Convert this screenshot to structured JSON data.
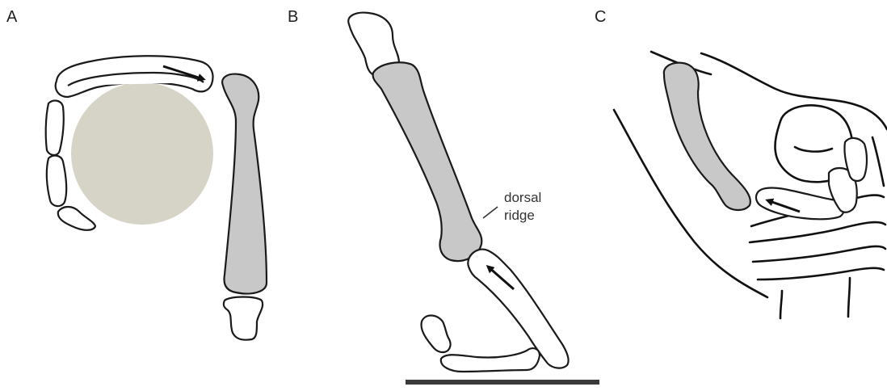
{
  "panels": {
    "a": {
      "label": "A"
    },
    "b": {
      "label": "B"
    },
    "c": {
      "label": "C"
    }
  },
  "annotations": {
    "dorsal_ridge_line1": "dorsal",
    "dorsal_ridge_line2": "ridge"
  },
  "colors": {
    "highlighted_bone": "#c8c8c8",
    "object_disk": "#d6d4c6",
    "surface_bar": "#3a3a3a",
    "outline": "#1a1a1a"
  }
}
